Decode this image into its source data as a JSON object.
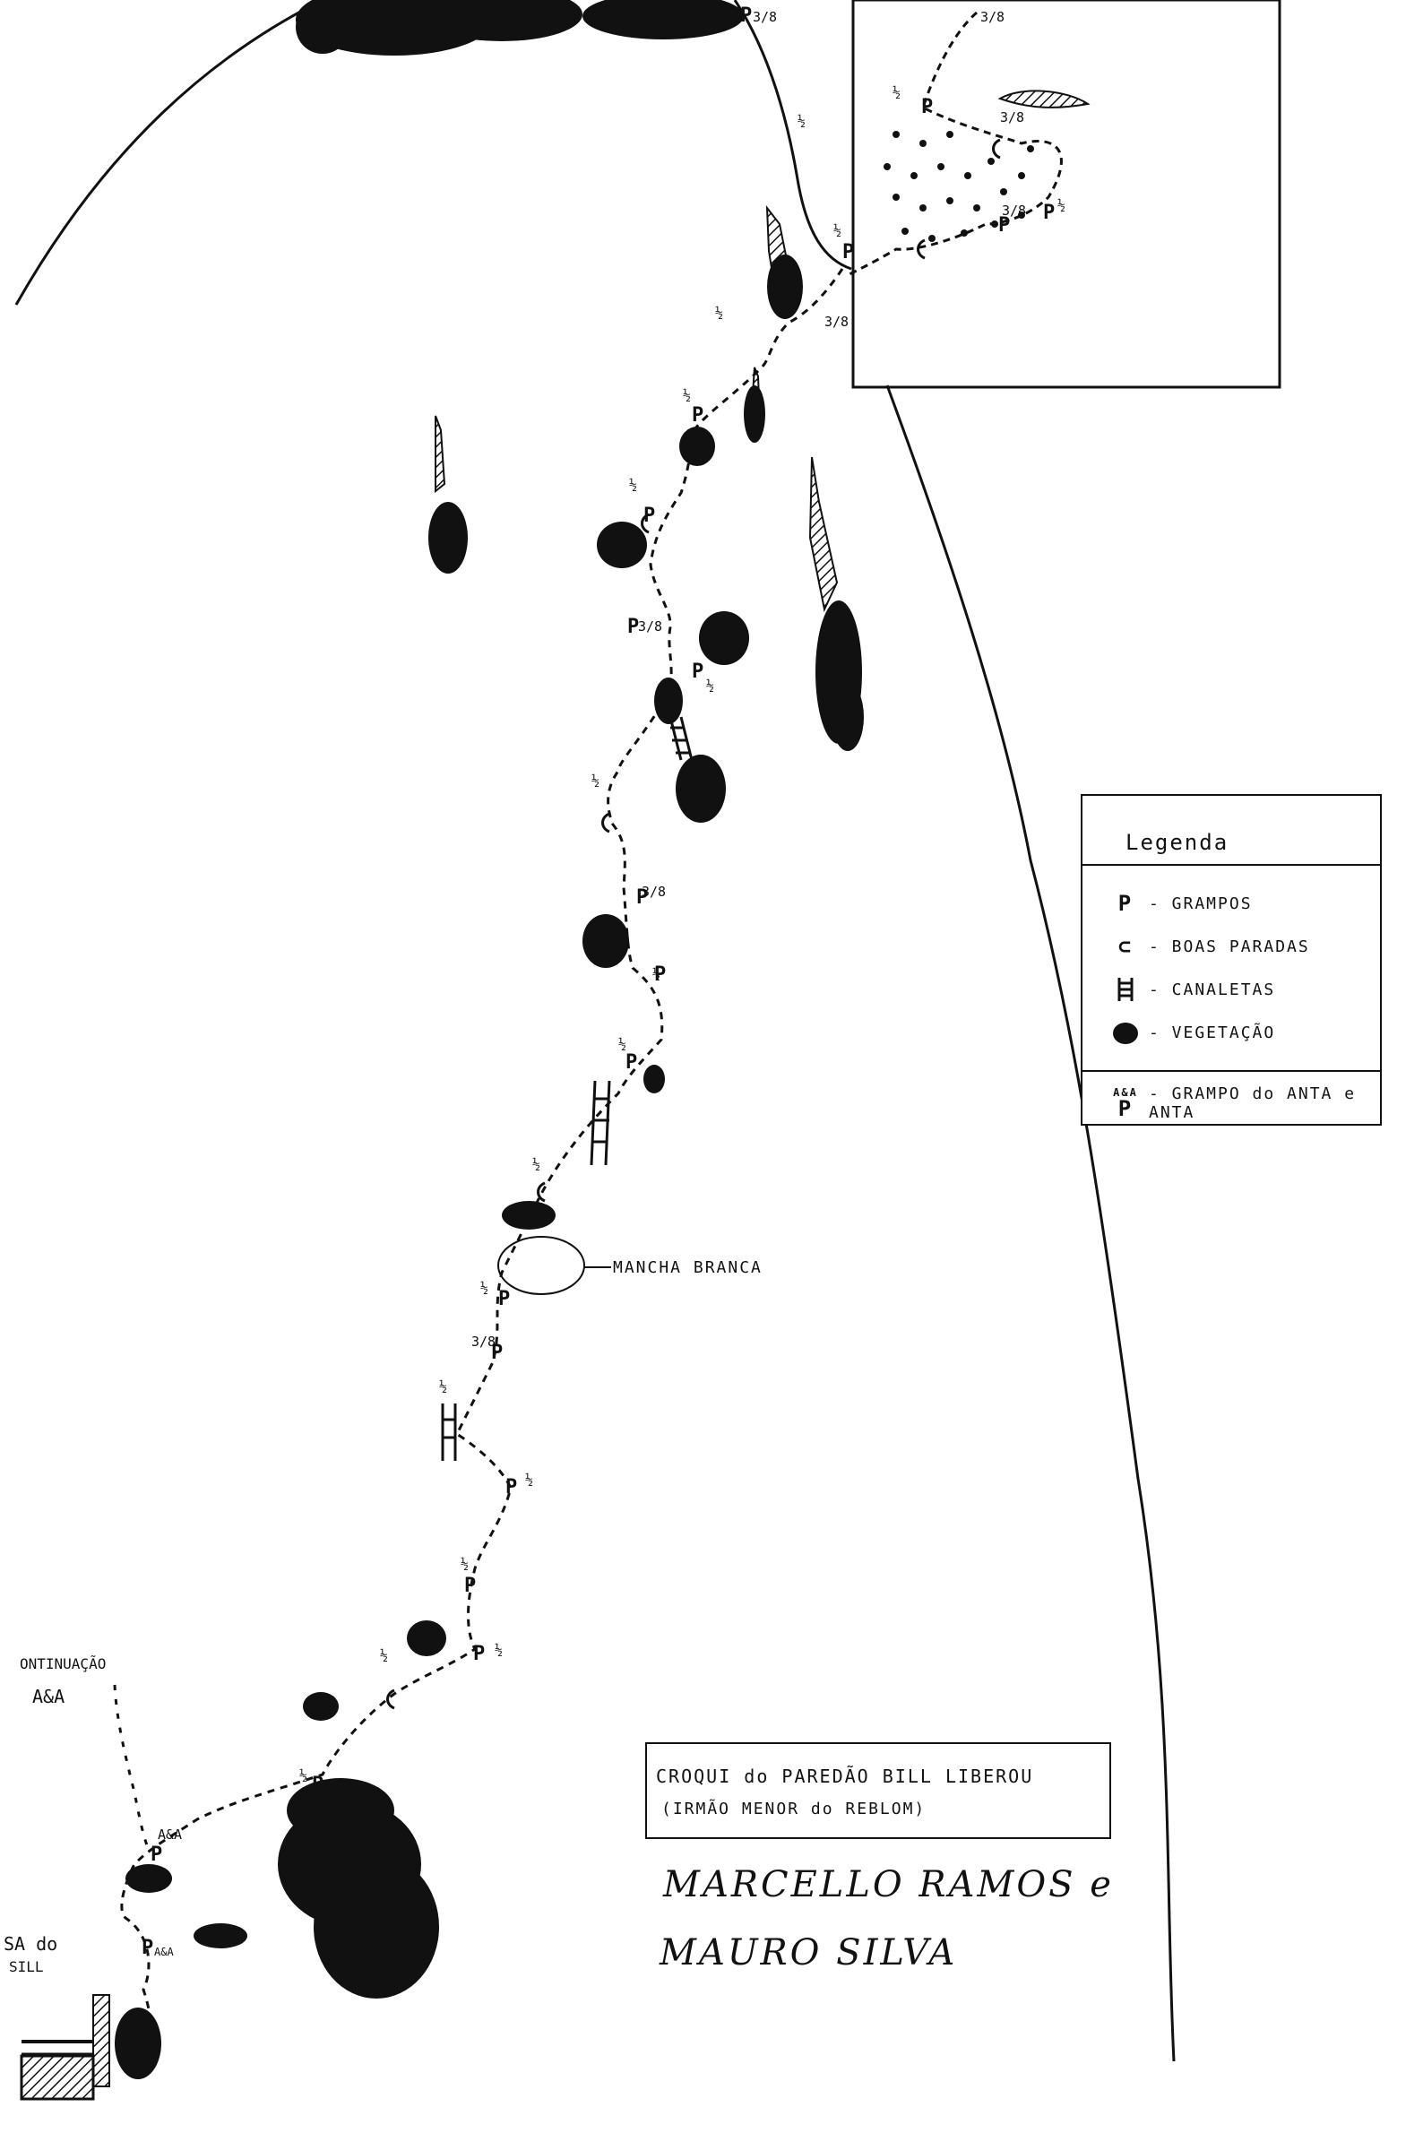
{
  "legend": {
    "title": "Legenda",
    "items": [
      {
        "symbol": "P",
        "label": "- GRAMPOS"
      },
      {
        "symbol": "⊂",
        "label": "- BOAS PARADAS"
      },
      {
        "symbol": "ladder",
        "label": "- CANALETAS"
      },
      {
        "symbol": "bush",
        "label": "- VEGETAÇÃO"
      }
    ],
    "last": {
      "symbol_top": "A&A",
      "symbol": "P",
      "label": "- GRAMPO do ANTA e ANTA"
    }
  },
  "credits": {
    "line1": "CROQUI do PAREDÃO BILL LIBEROU",
    "line2": "(IRMÃO MENOR do REBLOM)",
    "author1": "MARCELLO RAMOS e",
    "author2": "MAURO SILVA"
  },
  "annotations": {
    "mancha": "MANCHA BRANCA",
    "continuacao": "ONTINUAÇÃO",
    "continuacao_aa": "A&A",
    "casa": "SA do",
    "casa2": "SILL",
    "aa_upper": "A&A",
    "aa_lower": "A&A"
  },
  "route_labels": [
    {
      "text": "P",
      "name": "bolt"
    },
    {
      "text": "½",
      "name": "bolt-size-half"
    },
    {
      "text": "3/8",
      "name": "bolt-size-three-eighths"
    }
  ],
  "colors": {
    "ink": "#111111",
    "paper": "#ffffff"
  }
}
